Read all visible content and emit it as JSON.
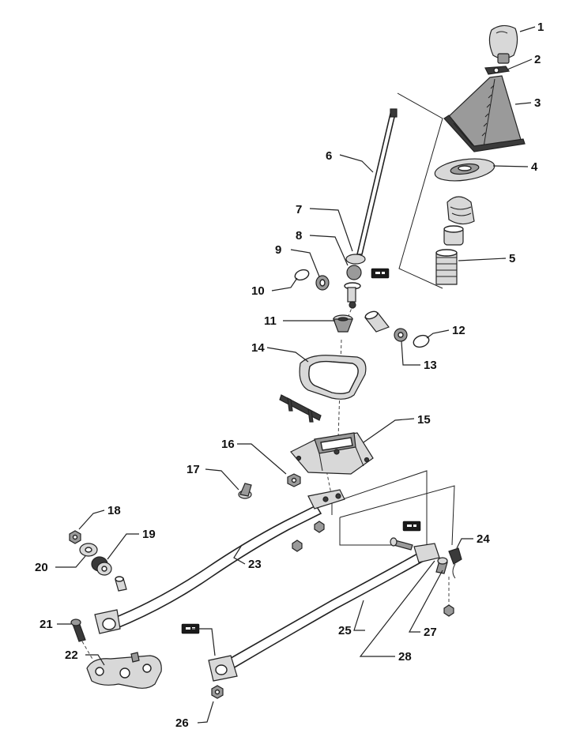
{
  "labels": [
    "1",
    "2",
    "3",
    "4",
    "5",
    "6",
    "7",
    "8",
    "9",
    "10",
    "11",
    "12",
    "13",
    "14",
    "15",
    "16",
    "17",
    "18",
    "19",
    "20",
    "21",
    "22",
    "23",
    "24",
    "25",
    "26",
    "27",
    "28"
  ],
  "tags": [
    "torque-tag-1",
    "torque-tag-2",
    "torque-tag-3"
  ]
}
